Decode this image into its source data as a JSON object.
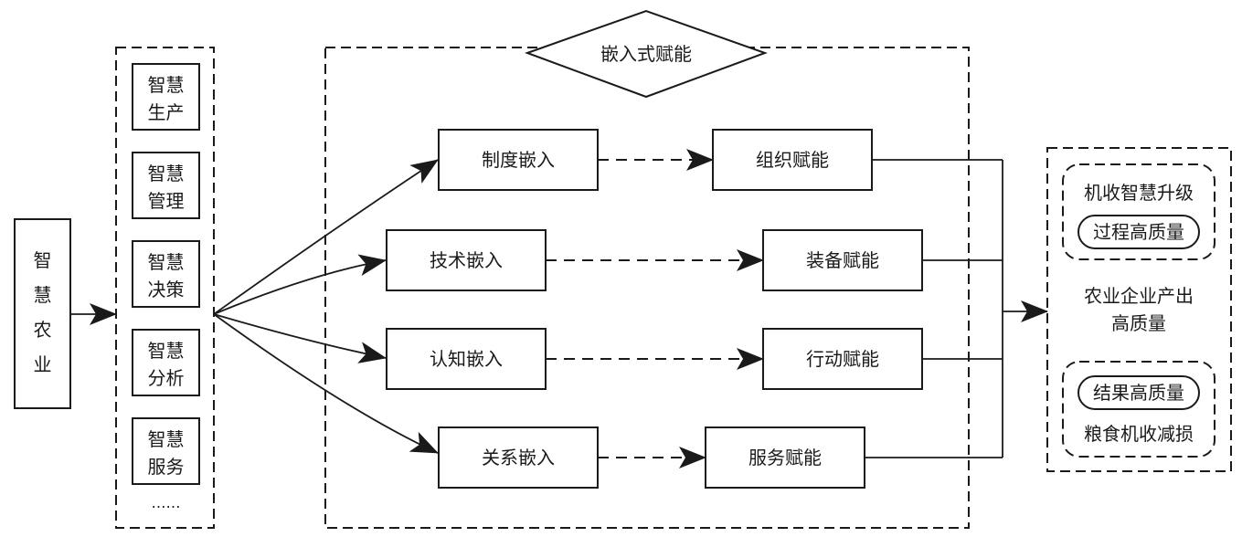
{
  "left": {
    "chars": [
      "智",
      "慧",
      "农",
      "业"
    ]
  },
  "modules": {
    "items": [
      {
        "line1": "智慧",
        "line2": "生产"
      },
      {
        "line1": "智慧",
        "line2": "管理"
      },
      {
        "line1": "智慧",
        "line2": "决策"
      },
      {
        "line1": "智慧",
        "line2": "分析"
      },
      {
        "line1": "智慧",
        "line2": "服务"
      }
    ],
    "ellipsis": "……"
  },
  "center": {
    "title": "嵌入式赋能",
    "rows": [
      {
        "embed": "制度嵌入",
        "enable": "组织赋能"
      },
      {
        "embed": "技术嵌入",
        "enable": "装备赋能"
      },
      {
        "embed": "认知嵌入",
        "enable": "行动赋能"
      },
      {
        "embed": "关系嵌入",
        "enable": "服务赋能"
      }
    ]
  },
  "right": {
    "top": {
      "label": "机收智慧升级",
      "pill": "过程高质量"
    },
    "middle": {
      "line1": "农业企业产出",
      "line2": "高质量"
    },
    "bottom": {
      "pill": "结果高质量",
      "label": "粮食机收减损"
    }
  },
  "colors": {
    "stroke": "#1a1a1a",
    "background": "#ffffff"
  }
}
